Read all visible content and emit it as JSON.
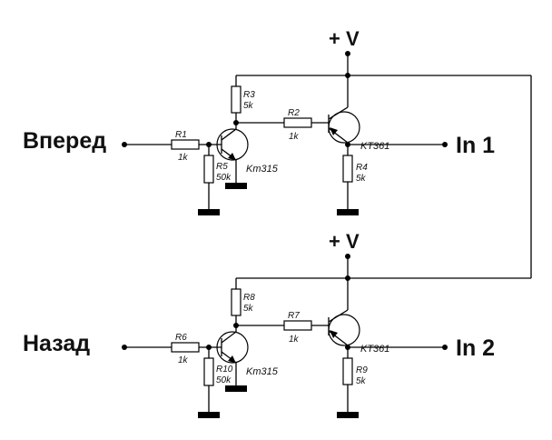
{
  "diagram": {
    "type": "circuit-schematic",
    "right_bus_connects": [
      "top-rail",
      "bottom-rail"
    ],
    "stages": [
      {
        "id": "forward",
        "input_label": "Вперед",
        "power_label": "+ V",
        "output_label": "In 1",
        "input_resistor": {
          "name": "R1",
          "value": "1k"
        },
        "base_pulldown": {
          "name": "R5",
          "value": "50k"
        },
        "collector_resistor": {
          "name": "R3",
          "value": "5k"
        },
        "coupling_resistor": {
          "name": "R2",
          "value": "1k"
        },
        "emitter_resistor": {
          "name": "R4",
          "value": "5k"
        },
        "driver_transistor": {
          "name": "Km315",
          "type": "NPN"
        },
        "output_transistor": {
          "name": "KT361",
          "type": "PNP"
        }
      },
      {
        "id": "reverse",
        "input_label": "Назад",
        "power_label": "+ V",
        "output_label": "In 2",
        "input_resistor": {
          "name": "R6",
          "value": "1k"
        },
        "base_pulldown": {
          "name": "R10",
          "value": "50k"
        },
        "collector_resistor": {
          "name": "R8",
          "value": "5k"
        },
        "coupling_resistor": {
          "name": "R7",
          "value": "1k"
        },
        "emitter_resistor": {
          "name": "R9",
          "value": "5k"
        },
        "driver_transistor": {
          "name": "Km315",
          "type": "NPN"
        },
        "output_transistor": {
          "name": "KT361",
          "type": "PNP"
        }
      }
    ]
  }
}
